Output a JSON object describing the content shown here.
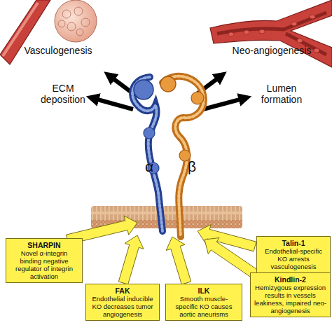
{
  "diagram": {
    "nodes": [
      {
        "text": [
          "SHARPIN",
          "Novel α-integrin binding negative regulator of integrin activation"
        ]
      },
      {
        "text": [
          "Talin-1",
          "Endothelial-specific KO arrests vasculogenesis"
        ]
      },
      {
        "text": [
          "Kindlin-2",
          "Hemizygous expression results in vessels leakiness, impaired neo-angiogenesis"
        ]
      },
      {
        "text": [
          "FAK",
          "Endothelial inducible KO decreases tumor angiogenesis"
        ]
      },
      {
        "text": [
          "ILK",
          "Smooth muscle-specific KO causes aortic aneurisms"
        ]
      }
    ],
    "labels": [
      "Vasculogenesis",
      "Neo-angiogenesis",
      "ECM deposition",
      "Lumen formation",
      "α",
      "β"
    ]
  }
}
